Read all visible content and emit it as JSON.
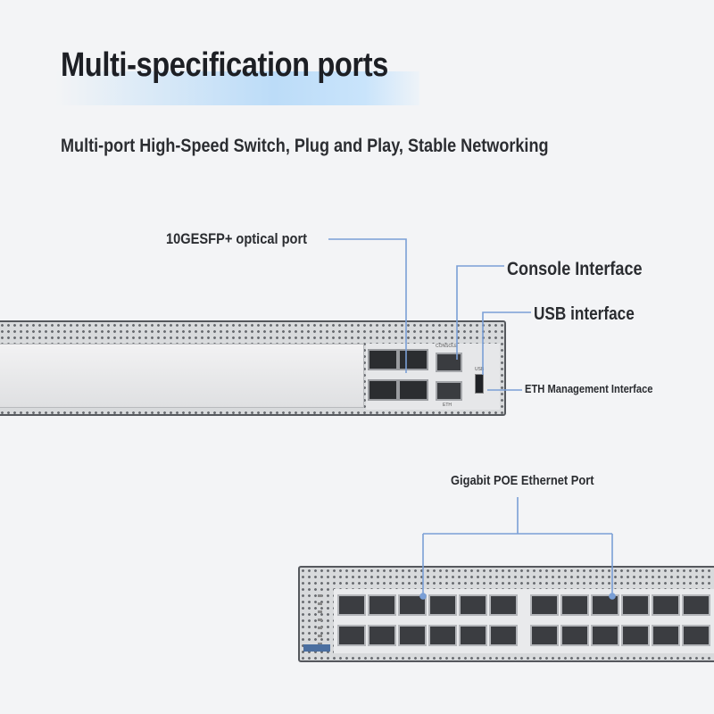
{
  "header": {
    "title": "Multi-specification ports",
    "subtitle": "Multi-port High-Speed Switch, Plug and Play, Stable Networking"
  },
  "callouts": {
    "sfp": "10GESFP+ optical port",
    "console": "Console Interface",
    "usb": "USB interface",
    "eth": "ETH Management Interface",
    "poe": "Gigabit POE Ethernet Port"
  },
  "device_labels": {
    "console": "CONSOLE",
    "eth": "ETH",
    "usb": "USB"
  },
  "colors": {
    "accent_line": "#7a9fd6",
    "title_highlight": "#bcdcf8"
  }
}
